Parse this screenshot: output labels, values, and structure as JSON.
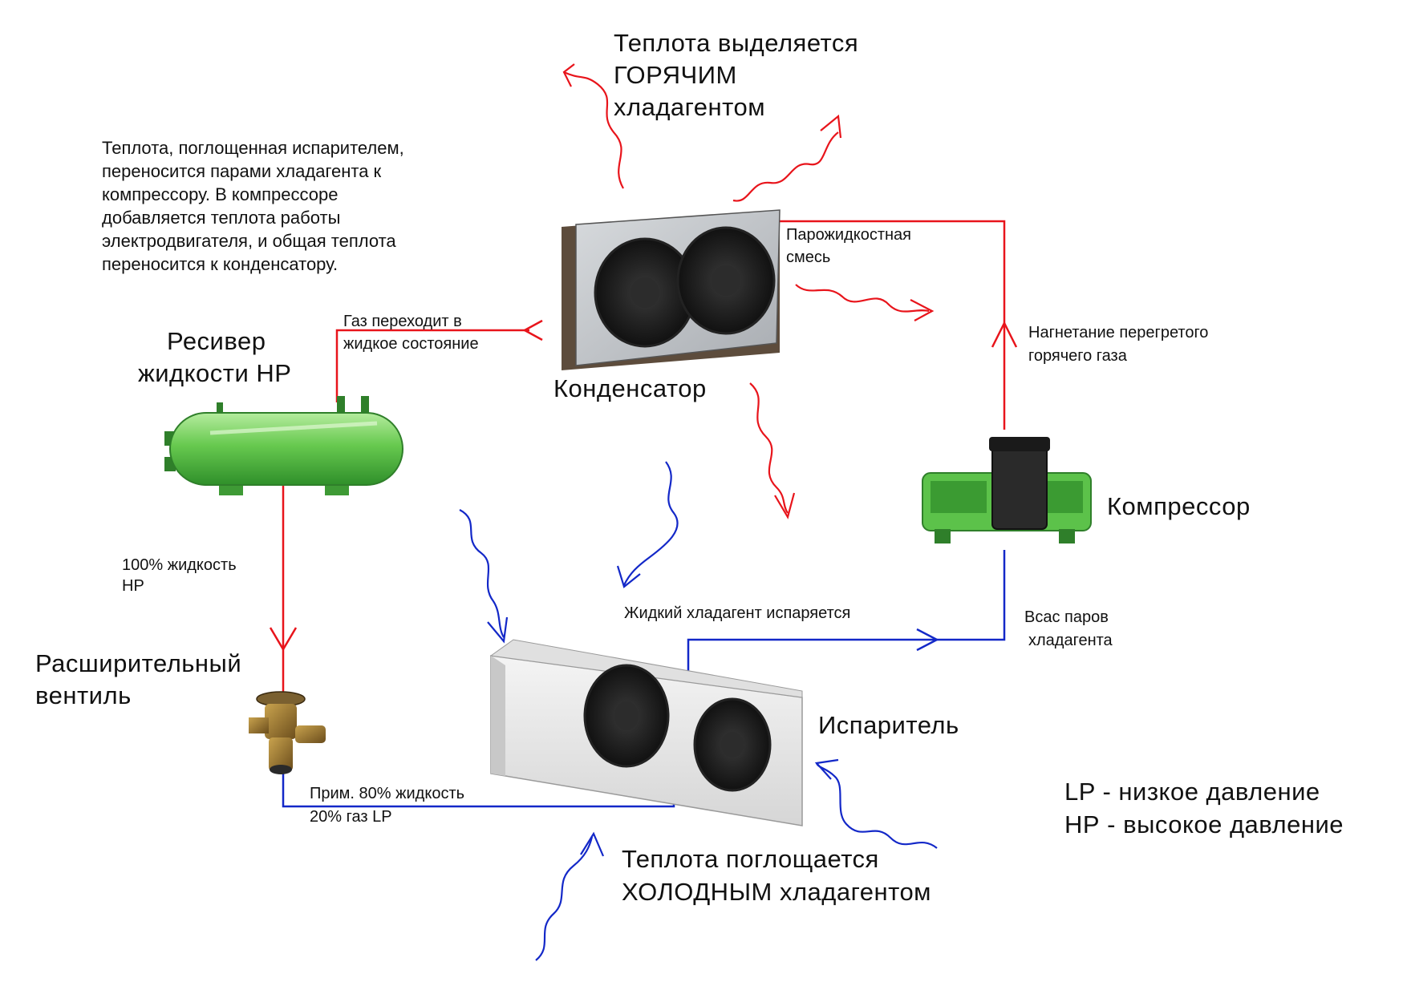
{
  "colors": {
    "hot": "#e8141b",
    "cold": "#1328c8",
    "equipment_green": "#5cc24a",
    "condenser_gray": "#c4c8cc",
    "evaporator_white": "#eeeeee"
  },
  "heat_released": {
    "line1": "Теплота выделяется",
    "line2": "ГОРЯЧИМ",
    "line3": "хладагентом"
  },
  "explanation": [
    "Теплота, поглощенная испарителем,",
    "переносится парами хладагента к",
    "компрессору. В компрессоре",
    "добавляется теплота работы",
    "электродвигателя, и общая теплота",
    "переносится к конденсатору."
  ],
  "components": {
    "condenser": "Конденсатор",
    "receiver_line1": "Ресивер",
    "receiver_line2": "жидкости НР",
    "compressor": "Компрессор",
    "expansion_line1": "Расширительный",
    "expansion_line2": "вентиль",
    "evaporator": "Испаритель"
  },
  "flow_labels": {
    "vapor_liquid_line1": "Парожидкостная",
    "vapor_liquid_line2": "смесь",
    "gas_to_liquid_line1": "Газ переходит в",
    "gas_to_liquid_line2": "жидкое состояние",
    "discharge_line1": "Нагнетание перегретого",
    "discharge_line2": "горячего газа",
    "liquid_hp_line1": "100% жидкость",
    "liquid_hp_line2": "НР",
    "evaporates": "Жидкий хладагент испаряется",
    "suction_line1": "Всас паров",
    "suction_line2": "хладагента",
    "mixture_line1": "Прим. 80% жидкость",
    "mixture_line2": "20% газ LP"
  },
  "heat_absorbed": {
    "line1": "Теплота поглощается",
    "line2": "ХОЛОДНЫМ хладагентом"
  },
  "legend": {
    "lp": "LP -  низкое давление",
    "hp": "НР -  высокое давление"
  },
  "icons": [
    "heat-wave-arrow-icon",
    "cold-wave-arrow-icon",
    "flow-arrow-icon",
    "fan-icon"
  ]
}
